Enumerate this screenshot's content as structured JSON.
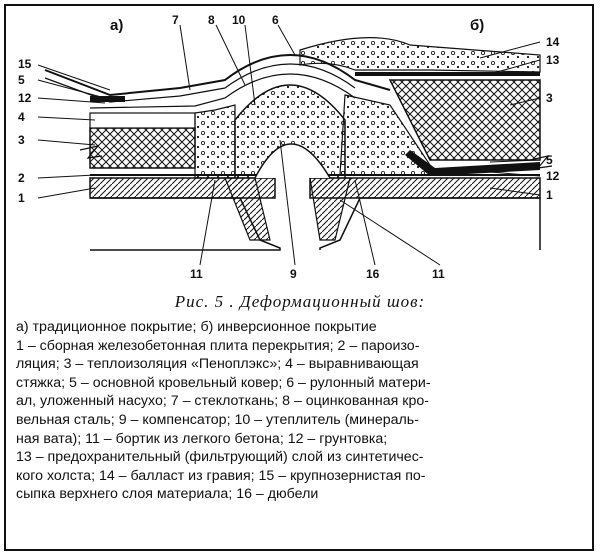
{
  "figure": {
    "panel_a": "а)",
    "panel_b": "б)",
    "labels": [
      "15",
      "5",
      "12",
      "4",
      "3",
      "2",
      "1",
      "7",
      "8",
      "10",
      "6",
      "11",
      "9",
      "16",
      "11",
      "14",
      "13",
      "3",
      "5",
      "12",
      "1"
    ]
  },
  "caption": "Рис.     5 .  Деформационный  шов:",
  "legend_lines": [
    "а) традиционное покрытие; б) инверсионное покрытие",
    "1 – сборная железобетонная плита перекрытия; 2 – пароизо-",
    "ляция; 3 – теплоизоляция «Пеноплэкс»; 4 – выравнивающая",
    "стяжка; 5 – основной кровельный ковер; 6 – рулонный матери-",
    "ал, уложенный насухо; 7 – стеклоткань; 8 – оцинкованная кро-",
    "вельная сталь; 9 – компенсатор; 10 – утеплитель (минераль-",
    "ная вата); 11 – бортик из легкого бетона; 12 – грунтовка;",
    "13 – предохранительный (фильтрующий) слой из синтетичес-",
    "кого холста; 14 – балласт из гравия; 15 – крупнозернистая по-",
    "сыпка верхнего слоя материала; 16 – дюбели"
  ]
}
